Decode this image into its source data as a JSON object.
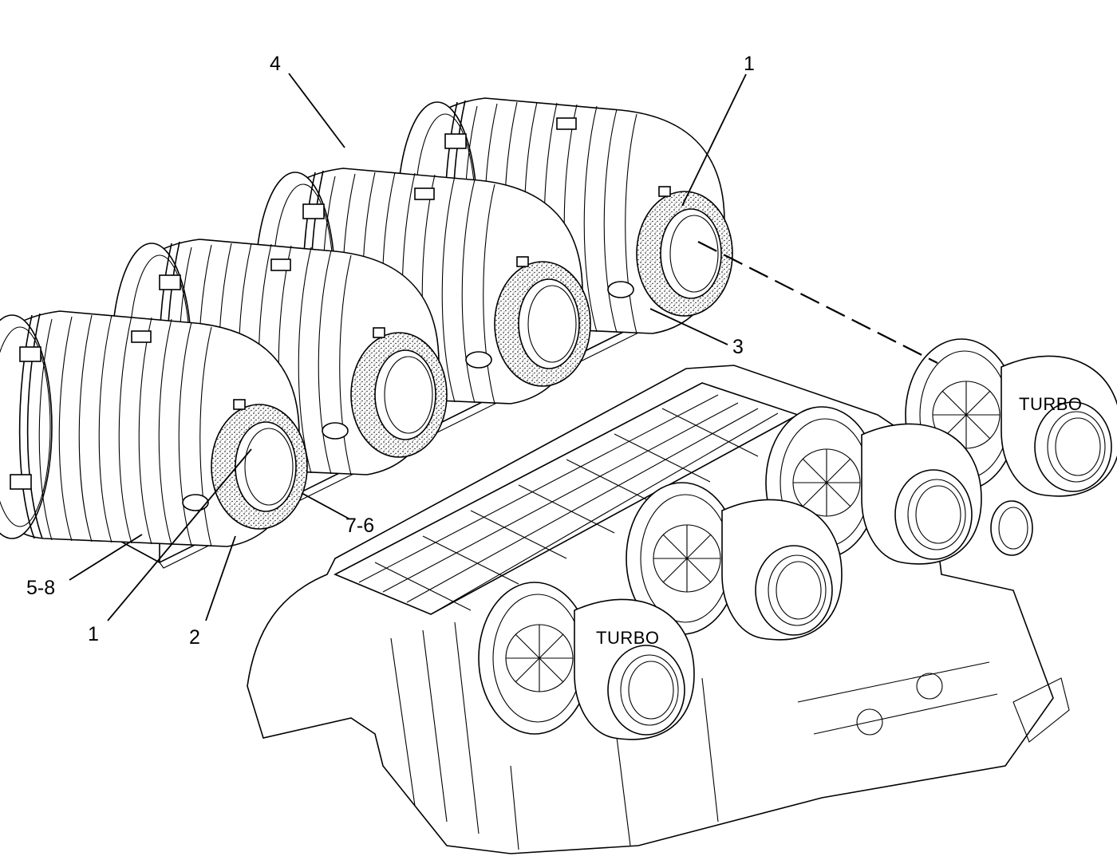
{
  "callouts": {
    "c1_top": "1",
    "c4": "4",
    "c3": "3",
    "c7_6": "7-6",
    "c5_8": "5-8",
    "c1_bottom": "1",
    "c2": "2"
  },
  "labels": {
    "turbo_rear": "TURBO",
    "turbo_front": "TURBO"
  }
}
